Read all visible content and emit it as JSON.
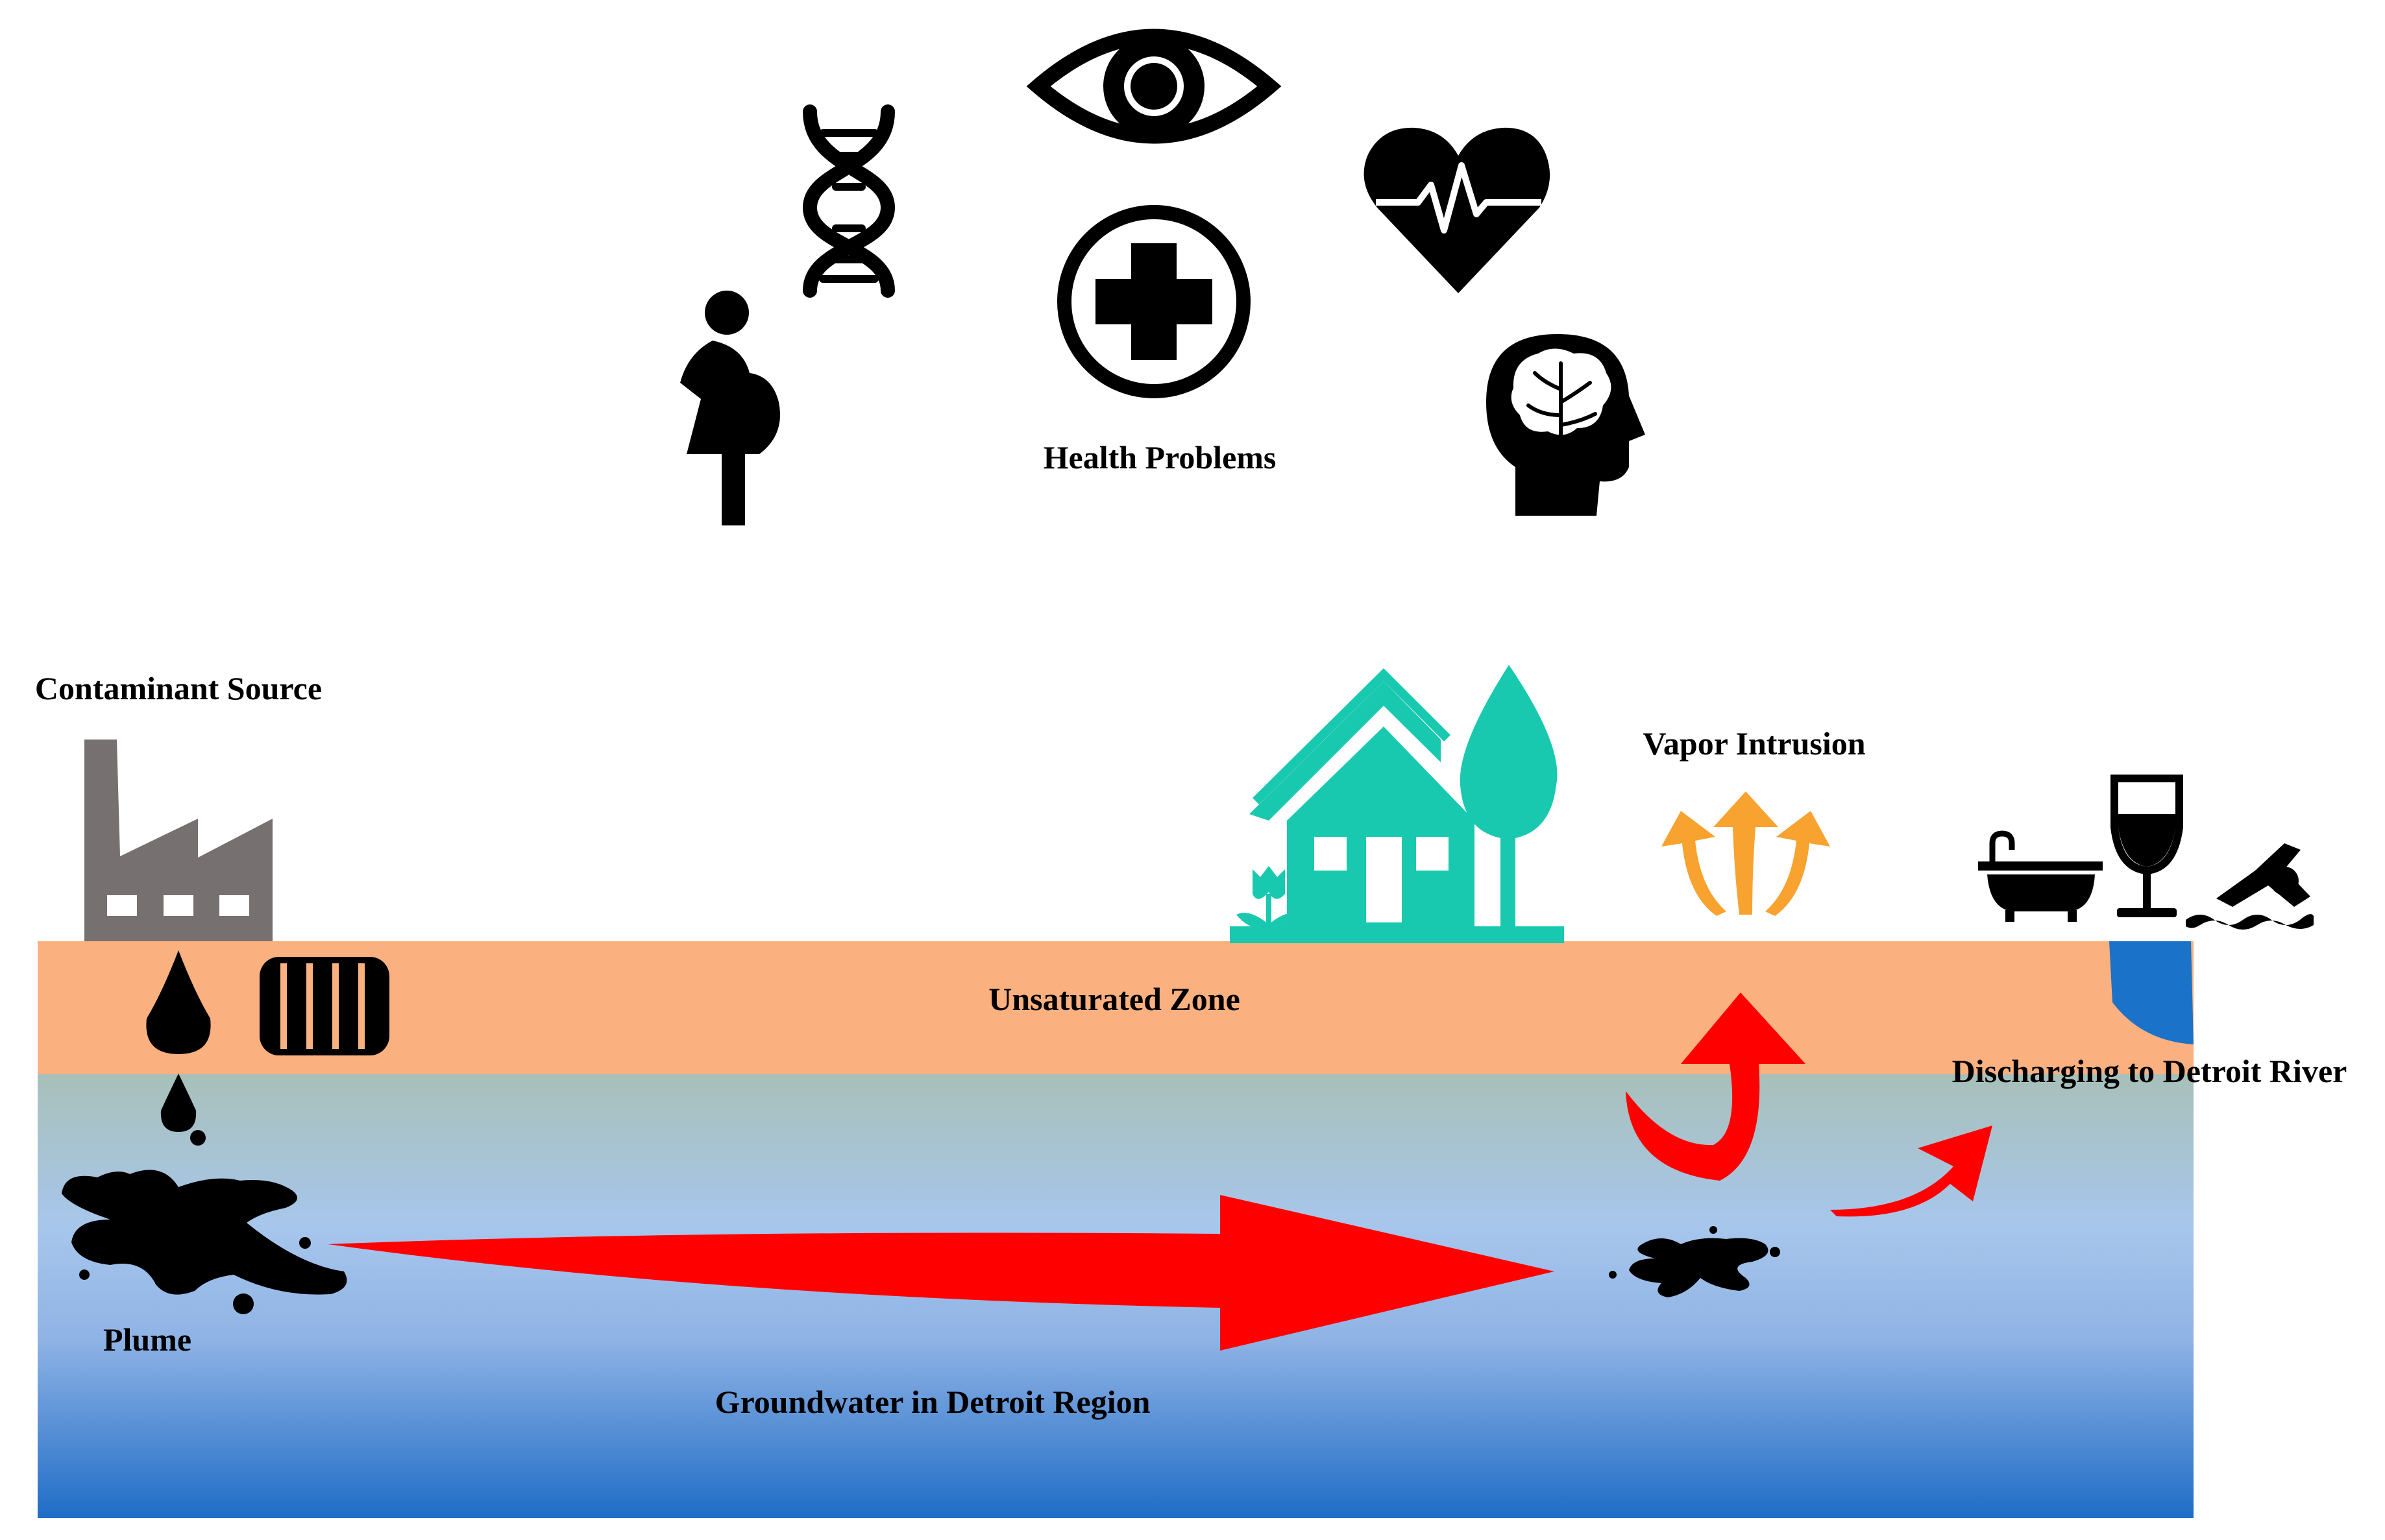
{
  "labels": {
    "health_problems": "Health Problems",
    "contaminant_source": "Contaminant Source",
    "unsaturated_zone": "Unsaturated Zone",
    "vapor_intrusion": "Vapor Intrusion",
    "discharging": "Discharging to Detroit River",
    "plume": "Plume",
    "groundwater": "Groundwater in Detroit Region"
  },
  "icons": {
    "health": [
      "pregnant-woman-icon",
      "dna-icon",
      "eye-icon",
      "medical-cross-icon",
      "heart-rate-icon",
      "brain-head-icon"
    ],
    "source": [
      "factory-icon",
      "oil-drop-icon",
      "barrels-icon"
    ],
    "receptors": [
      "house-icon",
      "tree-icon",
      "flower-icon",
      "bathtub-icon",
      "wine-glass-icon",
      "swimmer-icon"
    ]
  },
  "colors": {
    "unsaturated_zone": "#FBB080",
    "groundwater_top": "#A8C0B8",
    "groundwater_mid": "#A7C6EC",
    "groundwater_bottom": "#1F6DC7",
    "flow_arrow": "#FF0000",
    "vapor_arrow": "#F8A230",
    "house": "#19C9AF",
    "factory": "#767070",
    "river": "#1A72C9",
    "contaminant": "#000000"
  }
}
